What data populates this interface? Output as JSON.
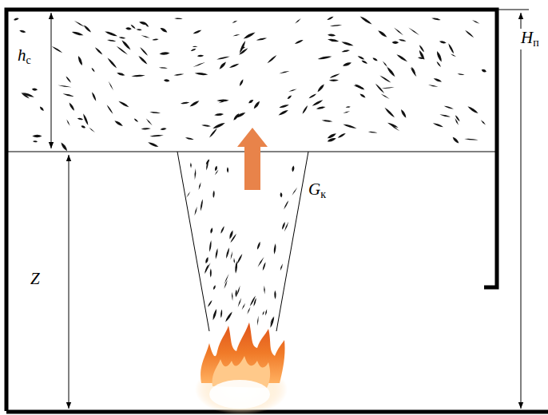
{
  "diagram": {
    "labels": [
      "hс",
      "Z",
      "Gк",
      "Hп"
    ]
  }
}
